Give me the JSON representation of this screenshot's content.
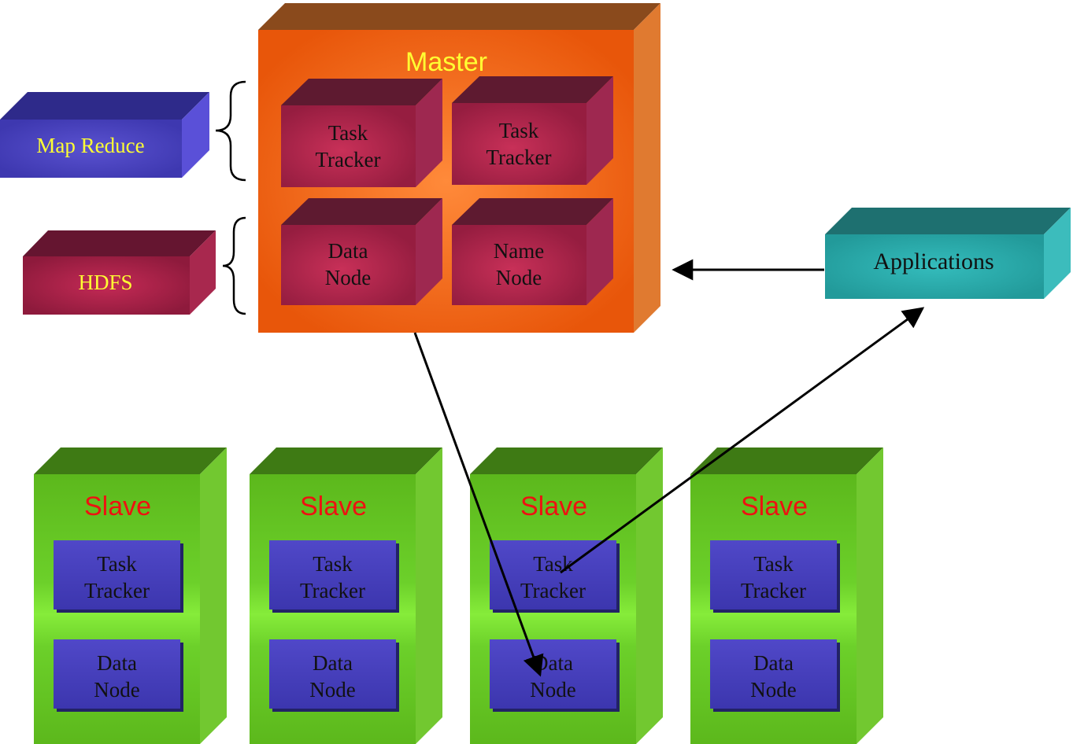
{
  "legend": {
    "mapreduce": "Map Reduce",
    "hdfs": "HDFS"
  },
  "master": {
    "title": "Master",
    "task_tracker_1": [
      "Task",
      "Tracker"
    ],
    "task_tracker_2": [
      "Task",
      "Tracker"
    ],
    "data_node": [
      "Data",
      "Node"
    ],
    "name_node": [
      "Name",
      "Node"
    ]
  },
  "applications": "Applications",
  "slaves": [
    {
      "title": "Slave",
      "task_tracker": [
        "Task",
        "Tracker"
      ],
      "data_node": [
        "Data",
        "Node"
      ]
    },
    {
      "title": "Slave",
      "task_tracker": [
        "Task",
        "Tracker"
      ],
      "data_node": [
        "Data",
        "Node"
      ]
    },
    {
      "title": "Slave",
      "task_tracker": [
        "Task",
        "Tracker"
      ],
      "data_node": [
        "Data",
        "Node"
      ]
    },
    {
      "title": "Slave",
      "task_tracker": [
        "Task",
        "Tracker"
      ],
      "data_node": [
        "Data",
        "Node"
      ]
    }
  ],
  "colors": {
    "master_front": "#e8560a",
    "master_top": "#8a4a1c",
    "master_side": "#e07a30",
    "inner_front": "#a8264a",
    "inner_top": "#5e1a30",
    "inner_side": "#9e2850",
    "mapreduce_front": "#4b43c0",
    "mapreduce_top": "#2e2a8a",
    "mapreduce_side": "#5a50d8",
    "hdfs_front": "#a01e44",
    "hdfs_top": "#651530",
    "hdfs_side": "#a8284e",
    "app_front": "#2aa6a6",
    "app_top": "#1e7070",
    "app_side": "#3cbcbc",
    "slave_front": "#62c020",
    "slave_top": "#3e7a14",
    "slave_side": "#72c830",
    "slave_inner": "#4a46c4",
    "title_yellow": "#ffff33",
    "title_red": "#ee1111"
  }
}
